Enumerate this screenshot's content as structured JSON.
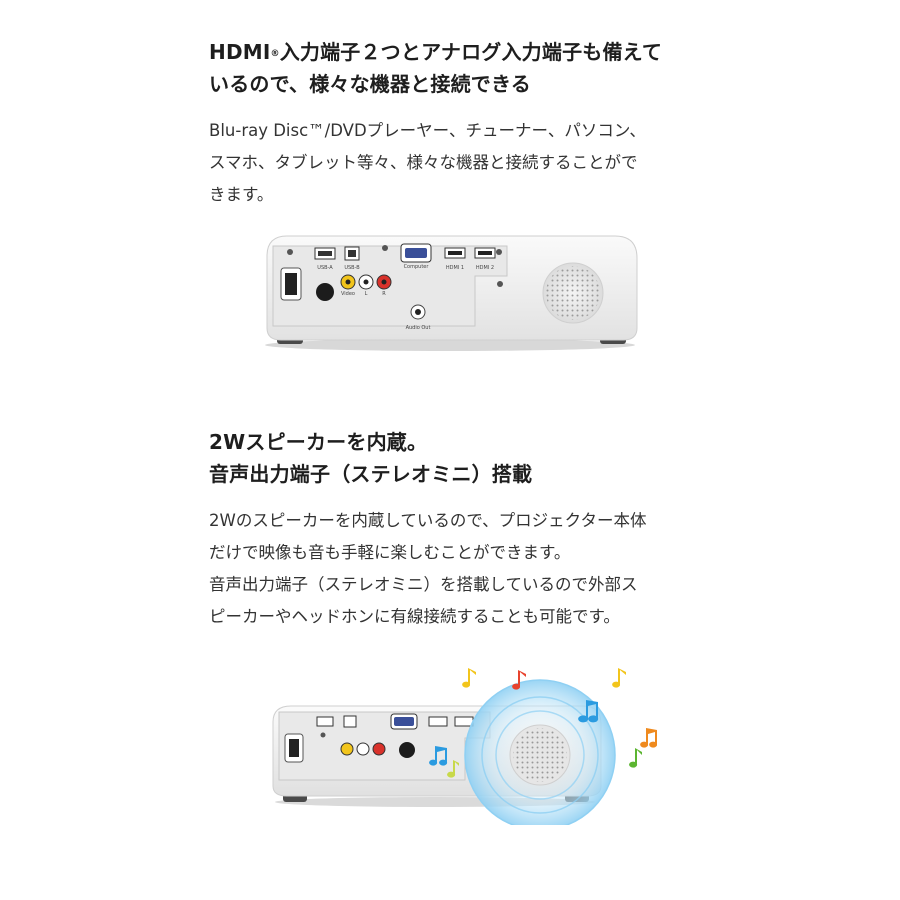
{
  "section1": {
    "heading_line1_pre": "HDMI",
    "heading_sup": "®",
    "heading_line1_post": "入力端子２つとアナログ入力端子も備えて",
    "heading_line2": "いるので、様々な機器と接続できる",
    "body_lines": [
      "Blu-ray Disc™/DVDプレーヤー、チューナー、パソコン、",
      "スマホ、タブレット等々、様々な機器と接続することがで",
      "きます。"
    ]
  },
  "section2": {
    "heading_line1": "2Wスピーカーを内蔵。",
    "heading_line2": "音声出力端子（ステレオミニ）搭載",
    "body_lines": [
      "2Wのスピーカーを内蔵しているので、プロジェクター本体",
      "だけで映像も音も手軽に楽しむことができます。",
      "音声出力端子（ステレオミニ）を搭載しているので外部ス",
      "ピーカーやヘッドホンに有線接続することも可能です。"
    ]
  },
  "figure1_labels": {
    "usb_a": "USB-A",
    "usb_b": "USB-B",
    "computer": "Computer",
    "hdmi1": "HDMI 1",
    "hdmi2": "HDMI 2",
    "video": "Video",
    "l": "L",
    "r": "R",
    "audio_out": "Audio Out"
  },
  "colors": {
    "note_yellow": "#f2c51c",
    "note_red": "#e8432e",
    "note_blue": "#2b9be0",
    "note_green": "#5cb531",
    "note_orange": "#ef8a1e",
    "wave_blue": "#8fd0f3"
  }
}
